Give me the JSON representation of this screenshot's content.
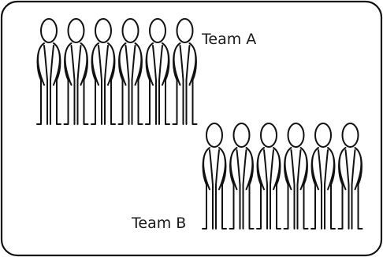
{
  "teams": [
    {
      "label": "Team A",
      "members": 6
    },
    {
      "label": "Team B",
      "members": 6
    }
  ],
  "colors": {
    "ink": "#111111",
    "background": "#ffffff"
  },
  "icons": {
    "member": "stick-figure-icon"
  }
}
